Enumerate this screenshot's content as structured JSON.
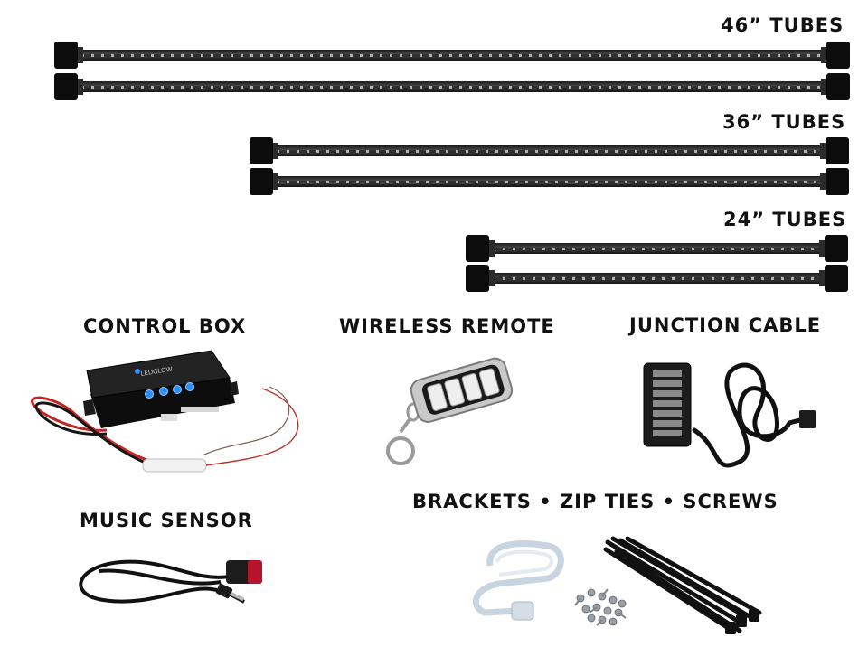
{
  "headings": {
    "tubes_46": "46” TUBES",
    "tubes_36": "36” TUBES",
    "tubes_24": "24” TUBES",
    "control_box": "CONTROL BOX",
    "wireless_remote": "WIRELESS REMOTE",
    "junction_cable": "JUNCTION CABLE",
    "music_sensor": "MUSIC SENSOR",
    "hardware": "BRACKETS • ZIP TIES • SCREWS"
  },
  "control_box_logo": "LEDGLOW",
  "colors": {
    "text": "#111111",
    "tube_body": "#2a2a2a",
    "tube_cap": "#0c0c0c",
    "button_glow": "#2f8dff",
    "wire_red": "#c0261f",
    "sensor_red": "#b5142a"
  },
  "icons": [
    "led-tube-icon",
    "control-box-icon",
    "wireless-remote-icon",
    "junction-cable-icon",
    "music-sensor-icon",
    "bracket-icon",
    "screws-icon",
    "zip-ties-icon"
  ]
}
